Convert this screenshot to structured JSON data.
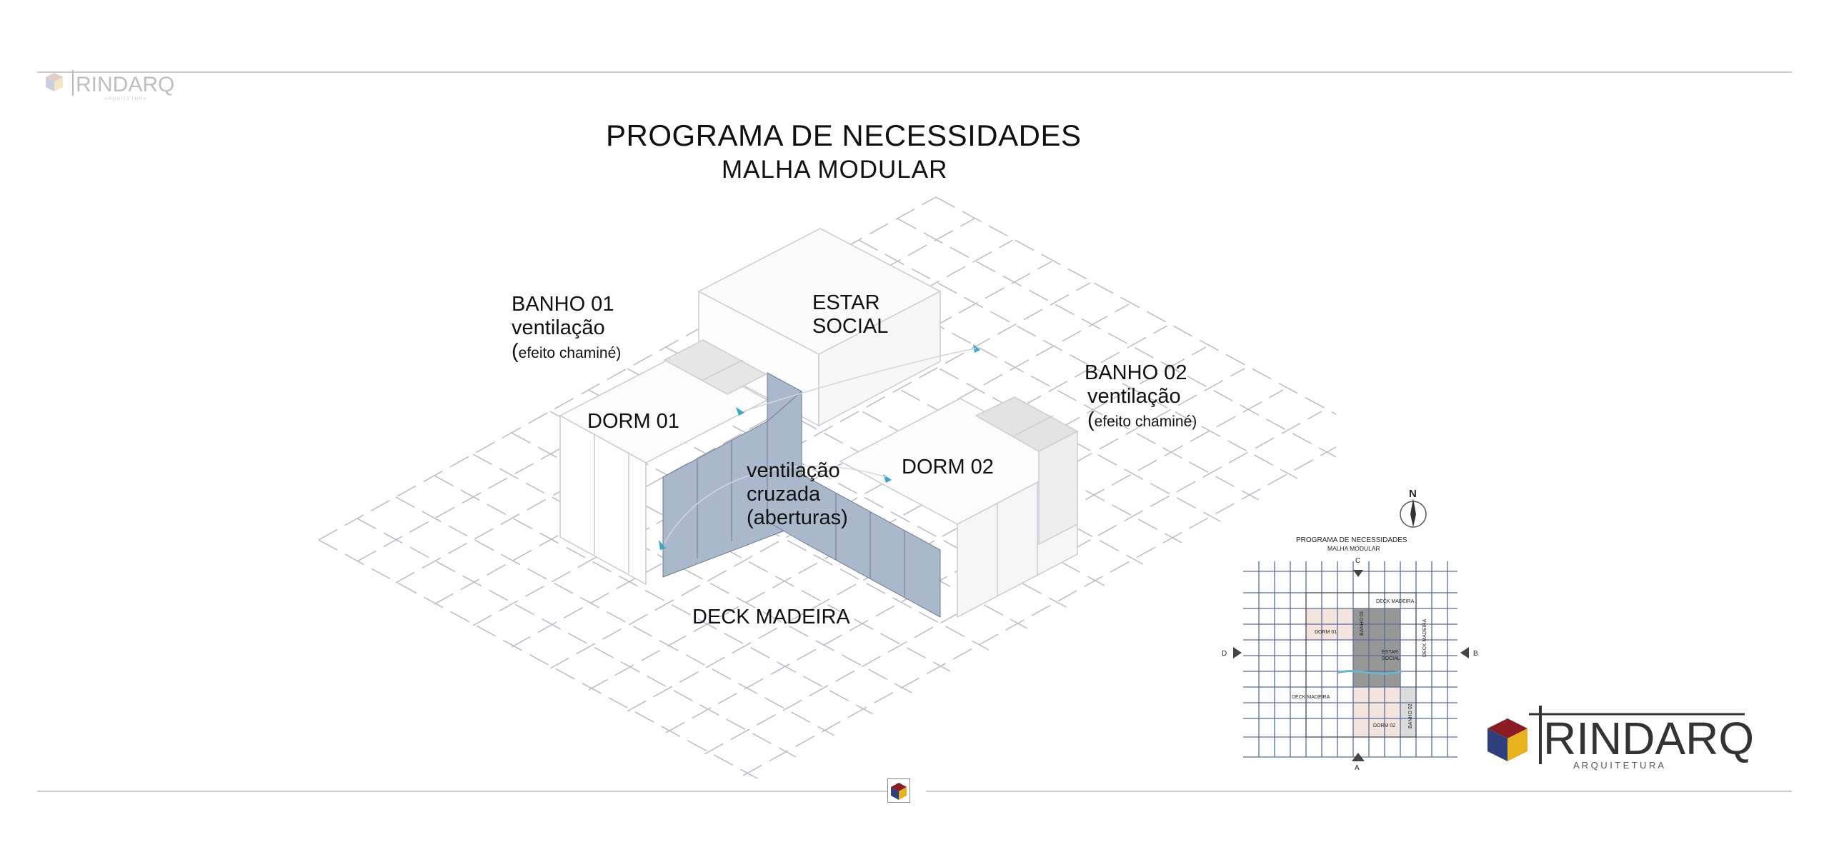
{
  "header": {
    "title": "PROGRAMA DE NECESSIDADES",
    "subtitle": "MALHA  MODULAR"
  },
  "rooms": {
    "banho01": {
      "name": "BANHO 01",
      "line1": "ventilação",
      "paren": "(",
      "note": "efeito chaminé)"
    },
    "estar": {
      "line1": "ESTAR",
      "line2": "SOCIAL"
    },
    "banho02": {
      "name": "BANHO 02",
      "line1": "ventilação",
      "paren": "(",
      "note": "efeito chaminé)"
    },
    "dorm01": "DORM 01",
    "dorm02": "DORM 02",
    "ventilacao": {
      "line1": "ventilação",
      "line2": "cruzada",
      "line3": "(aberturas)"
    },
    "deck": "DECK MADEIRA"
  },
  "mini_plan": {
    "north": "N",
    "title": "PROGRAMA DE NECESSIDADES",
    "subtitle": "MALHA MODULAR",
    "cut_top": "C",
    "cut_bottom": "A",
    "cut_left": "D",
    "cut_right": "B",
    "labels": {
      "deck_top": "DECK MADEIRA",
      "dorm01": "DORM 01",
      "banho01": "BANHO 01",
      "estar": "ESTAR",
      "social": "SOCIAL",
      "deck_right": "DECK MADEIRA",
      "deck_left": "DECK MADEIRA",
      "dorm02": "DORM 02",
      "banho02": "BANHO 02"
    }
  },
  "logo": {
    "word": "RINDARQ",
    "sub": "A R Q U I T E T U R A"
  },
  "colors": {
    "wall_blue": "#a9b9cb",
    "wet_area": "#dcdcdc",
    "dorm_tint": "#f3e4dd",
    "estar_gray": "#8c8c8c",
    "grid_blue": "#5b6b9a",
    "cube_red": "#8b1c24",
    "cube_blue": "#2d3f7c",
    "cube_yellow": "#e8b21c"
  }
}
